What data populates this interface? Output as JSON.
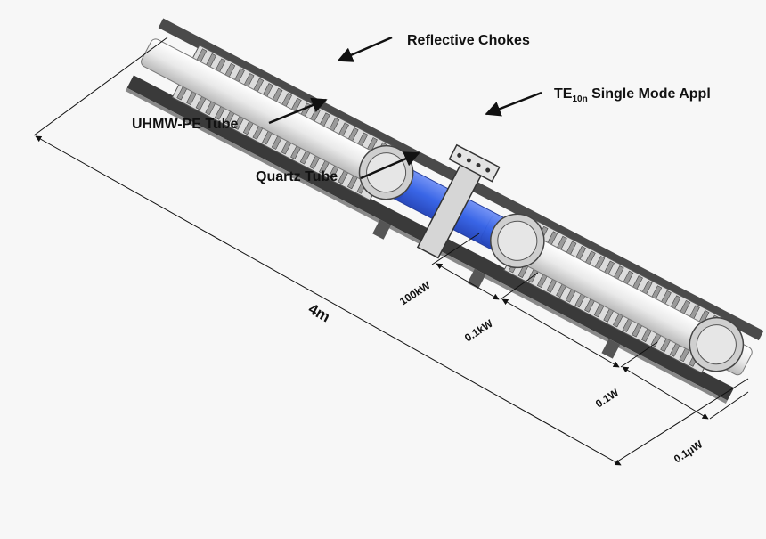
{
  "labels": {
    "reflective_chokes": "Reflective Chokes",
    "applicator_prefix": "TE",
    "applicator_sub": "10n",
    "applicator_suffix": " Single Mode Appl",
    "uhmw_tube": "UHMW-PE Tube",
    "quartz_tube": "Quartz Tube"
  },
  "dimensions": {
    "total_length": "4m",
    "power_levels": [
      "100kW",
      "0.1kW",
      "0.1W",
      "0.1μW"
    ]
  },
  "colors": {
    "background": "#f7f7f7",
    "quartz": "#2f5ee6",
    "tube_body": "#eeeeee",
    "metal_dark": "#333333",
    "line": "#111111"
  }
}
